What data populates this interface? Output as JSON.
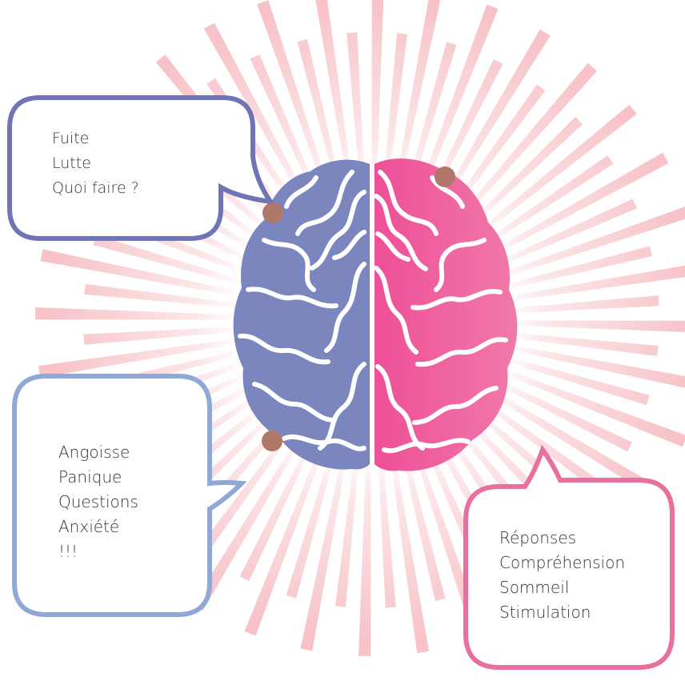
{
  "colors": {
    "left_hemisphere": "#7B86BE",
    "right_hemisphere": "#EC5E9C",
    "bubble_top_left": "#6F75B4",
    "bubble_bottom_left": "#8FA8D6",
    "bubble_bottom_right": "#E8709E",
    "rays": "#F6B9BE",
    "dots": "#B07868"
  },
  "bubbles": {
    "top_left": {
      "lines": [
        "Fuite",
        "Lutte",
        "Quoi faire ?"
      ]
    },
    "bottom_left": {
      "lines": [
        "Angoisse",
        "Panique",
        "Questions",
        "Anxiété",
        "!!!"
      ]
    },
    "bottom_right": {
      "lines": [
        "Réponses",
        "Compréhension",
        "Sommeil",
        "Stimulation"
      ]
    }
  }
}
